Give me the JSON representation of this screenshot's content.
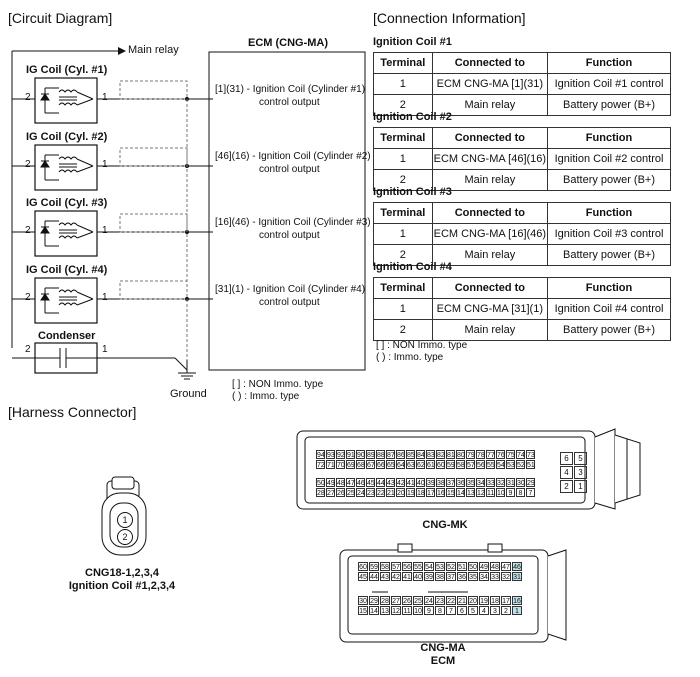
{
  "headings": {
    "circuit_diagram": "[Circuit Diagram]",
    "connection_information": "[Connection Information]",
    "harness_connector": "[Harness Connector]"
  },
  "circuit": {
    "main_relay": "Main relay",
    "ecm_title": "ECM (CNG-MA)",
    "ground": "Ground",
    "condenser": "Condenser",
    "legend": [
      "[  ] : NON Immo. type",
      "(  ) : Immo. type"
    ],
    "coils": [
      {
        "title": "IG Coil (Cyl. #1)",
        "pin_left": "2",
        "pin_right": "1",
        "ecm_line1": "[1](31) - Ignition Coil (Cylinder #1)",
        "ecm_line2": "control output"
      },
      {
        "title": "IG Coil (Cyl. #2)",
        "pin_left": "2",
        "pin_right": "1",
        "ecm_line1": "[46](16) - Ignition Coil (Cylinder #2)",
        "ecm_line2": "control output"
      },
      {
        "title": "IG Coil (Cyl. #3)",
        "pin_left": "2",
        "pin_right": "1",
        "ecm_line1": "[16](46) - Ignition Coil (Cylinder #3)",
        "ecm_line2": "control output"
      },
      {
        "title": "IG Coil (Cyl. #4)",
        "pin_left": "2",
        "pin_right": "1",
        "ecm_line1": "[31](1) - Ignition Coil (Cylinder #4)",
        "ecm_line2": "control output"
      }
    ],
    "condenser_pins": [
      "2",
      "1"
    ]
  },
  "connection": {
    "headers": [
      "Terminal",
      "Connected to",
      "Function"
    ],
    "tables": [
      {
        "title": "Ignition Coil #1",
        "rows": [
          [
            "1",
            "ECM CNG-MA [1](31)",
            "Ignition Coil #1 control"
          ],
          [
            "2",
            "Main relay",
            "Battery power (B+)"
          ]
        ]
      },
      {
        "title": "Ignition Coil #2",
        "rows": [
          [
            "1",
            "ECM CNG-MA [46](16)",
            "Ignition Coil #2 control"
          ],
          [
            "2",
            "Main relay",
            "Battery power (B+)"
          ]
        ]
      },
      {
        "title": "Ignition Coil #3",
        "rows": [
          [
            "1",
            "ECM CNG-MA [16](46)",
            "Ignition Coil #3 control"
          ],
          [
            "2",
            "Main relay",
            "Battery power (B+)"
          ]
        ]
      },
      {
        "title": "Ignition Coil #4",
        "rows": [
          [
            "1",
            "ECM CNG-MA [31](1)",
            "Ignition Coil #4 control"
          ],
          [
            "2",
            "Main relay",
            "Battery power (B+)"
          ]
        ]
      }
    ],
    "legend": [
      "[  ] : NON Immo. type",
      "(  ) : Immo. type"
    ]
  },
  "harness": {
    "coil_connector": {
      "pins": [
        "1",
        "2"
      ],
      "label1": "CNG18-1,2,3,4",
      "label2": "Ignition Coil #1,2,3,4"
    },
    "cng_mk": {
      "label": "CNG-MK",
      "row1": [
        "94",
        "93",
        "92",
        "91",
        "90",
        "89",
        "88",
        "87",
        "86",
        "85",
        "84",
        "83",
        "82",
        "81",
        "80",
        "79",
        "78",
        "77",
        "76",
        "75",
        "74",
        "73"
      ],
      "row2": [
        "72",
        "71",
        "70",
        "69",
        "68",
        "67",
        "66",
        "65",
        "64",
        "63",
        "62",
        "61",
        "60",
        "59",
        "58",
        "57",
        "56",
        "55",
        "54",
        "53",
        "52",
        "51"
      ],
      "row3": [
        "50",
        "49",
        "48",
        "47",
        "46",
        "45",
        "44",
        "43",
        "42",
        "41",
        "40",
        "39",
        "38",
        "37",
        "36",
        "35",
        "34",
        "33",
        "32",
        "31",
        "30",
        "29"
      ],
      "row4": [
        "28",
        "27",
        "26",
        "25",
        "24",
        "23",
        "22",
        "21",
        "20",
        "19",
        "18",
        "17",
        "16",
        "15",
        "14",
        "13",
        "12",
        "11",
        "10",
        "9",
        "8",
        "7"
      ],
      "side": [
        [
          "6",
          "5"
        ],
        [
          "4",
          "3"
        ],
        [
          "2",
          "1"
        ]
      ]
    },
    "cng_ma": {
      "label1": "CNG-MA",
      "label2": "ECM",
      "row1": [
        "60",
        "59",
        "58",
        "57",
        "56",
        "55",
        "54",
        "53",
        "52",
        "51",
        "50",
        "49",
        "48",
        "47",
        "46"
      ],
      "row2": [
        "45",
        "44",
        "43",
        "42",
        "41",
        "40",
        "39",
        "38",
        "37",
        "36",
        "35",
        "34",
        "33",
        "32",
        "31"
      ],
      "row3": [
        "30",
        "29",
        "28",
        "27",
        "26",
        "25",
        "24",
        "23",
        "22",
        "21",
        "20",
        "19",
        "18",
        "17",
        "16"
      ],
      "row4": [
        "15",
        "14",
        "13",
        "12",
        "11",
        "10",
        "9",
        "8",
        "7",
        "6",
        "5",
        "4",
        "3",
        "2",
        "1"
      ],
      "highlight": [
        "46",
        "31",
        "16",
        "1"
      ],
      "highlight_color": "#bfe3ea"
    }
  }
}
